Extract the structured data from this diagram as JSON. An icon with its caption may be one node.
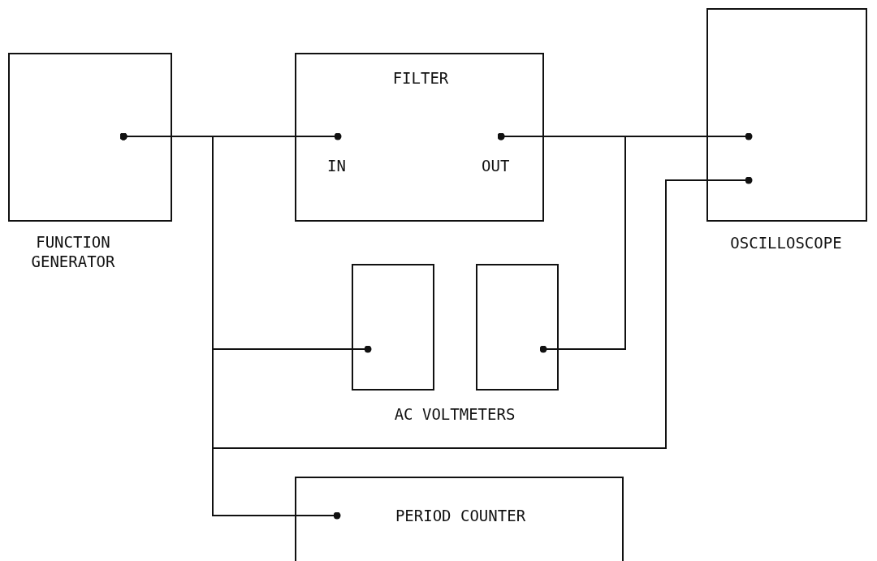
{
  "diagram": {
    "nodes": [
      {
        "text": [
          "FUNCTION GENERATOR"
        ]
      },
      {
        "text": [
          "FILTER",
          "IN",
          "OUT"
        ]
      },
      {
        "text": [
          "OSCILLOSCOPE"
        ]
      },
      {
        "text": [],
        "shape": "box"
      },
      {
        "text": [],
        "shape": "box"
      },
      {
        "text": [
          "PERIOD COUNTER"
        ]
      }
    ],
    "edges": [
      {
        "from": 0,
        "to": 1,
        "arrow": "other"
      },
      {
        "from": 0,
        "to": 3,
        "arrow": "other"
      },
      {
        "from": 0,
        "to": 2,
        "arrow": "other"
      },
      {
        "from": 0,
        "to": 5,
        "arrow": "other"
      },
      {
        "from": 1,
        "to": 2,
        "arrow": "other"
      },
      {
        "from": 1,
        "to": 4,
        "arrow": "other"
      }
    ],
    "labels": [
      "AC VOLTMETERS"
    ]
  }
}
